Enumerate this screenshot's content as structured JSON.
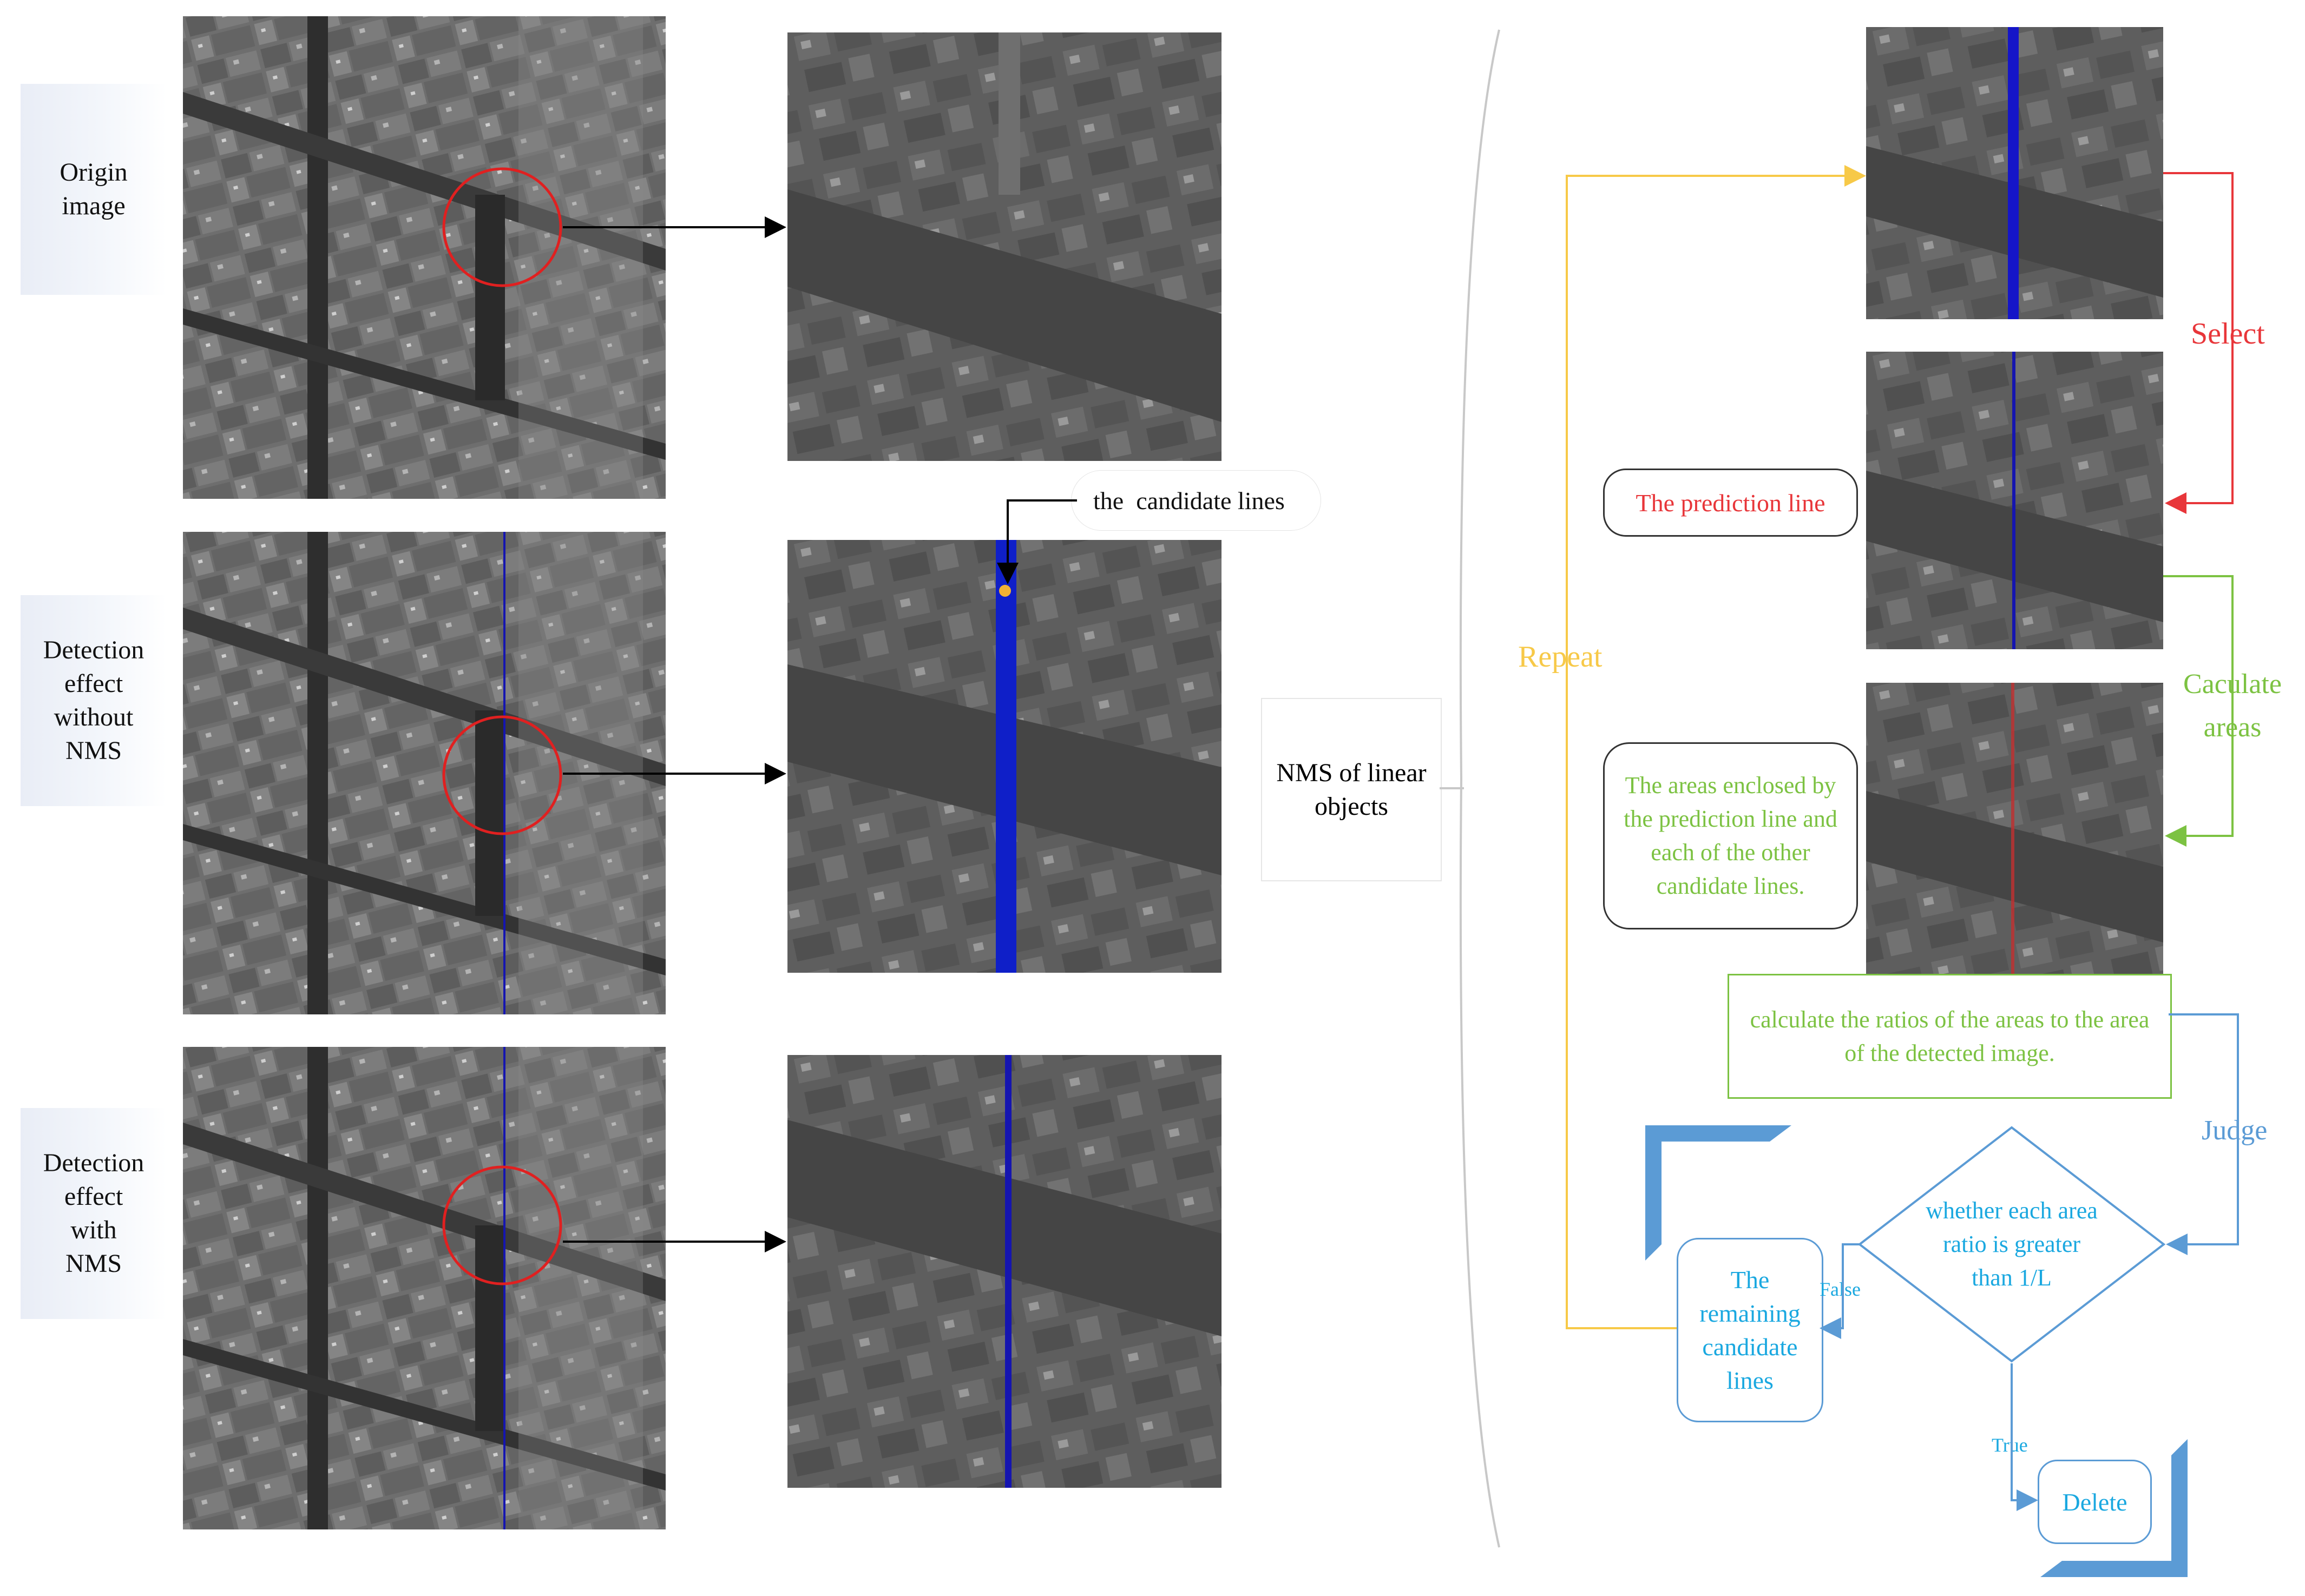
{
  "left_panel": {
    "rows": [
      {
        "label": "Origin image",
        "line": false
      },
      {
        "label": "Detection effect without NMS",
        "line": true
      },
      {
        "label": "Detection effect with NMS",
        "line": true
      }
    ],
    "candidate_callout": "the  candidate lines"
  },
  "center_node": {
    "label": "NMS of linear objects"
  },
  "flowchart": {
    "select_label": "Select",
    "caculate_label": "Caculate areas",
    "repeat_label": "Repeat",
    "judge_label": "Judge",
    "prediction_line_box": "The prediction line",
    "areas_box": "The areas enclosed by the prediction line and each of the other candidate lines.",
    "ratio_box": "calculate the ratios of the areas to the area of the detected image.",
    "decision": "whether each area ratio is greater than 1/L",
    "false_label": "False",
    "true_label": "True",
    "remaining_box": "The remaining candidate lines",
    "delete_box": "Delete"
  },
  "colors": {
    "red": "#e8363a",
    "green": "#7cc242",
    "blue": "#5b9bd5",
    "cyan_text": "#1aa8e0",
    "yellow": "#f7c948",
    "line_blue": "#1515b0"
  }
}
